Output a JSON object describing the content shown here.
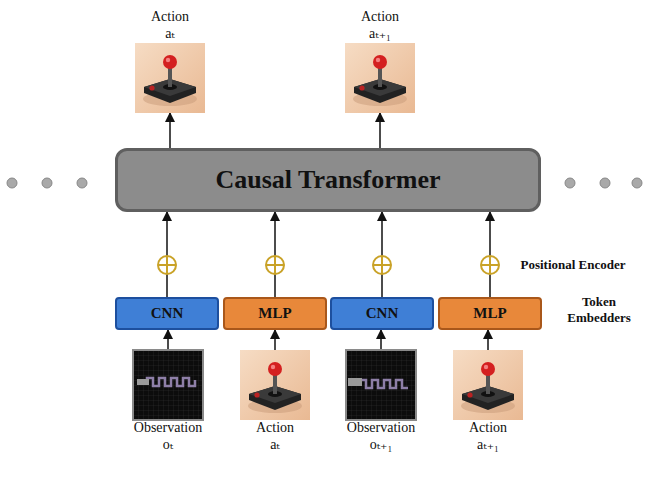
{
  "diagram": {
    "nodes": [
      {
        "text": [
          "Causal Transformer"
        ]
      },
      {
        "text": [
          "CNN"
        ]
      },
      {
        "text": [
          "MLP"
        ]
      },
      {
        "text": [
          "CNN"
        ]
      },
      {
        "text": [
          "MLP"
        ]
      },
      {
        "text": [
          "Observation oₜ"
        ]
      },
      {
        "text": [
          "Action aₜ"
        ]
      },
      {
        "text": [
          "Observation oₜ₊₁"
        ]
      },
      {
        "text": [
          "Action aₜ₊₁"
        ]
      },
      {
        "text": [
          "Action aₜ"
        ]
      },
      {
        "text": [
          "Action aₜ₊₁"
        ]
      }
    ],
    "edges": [
      {
        "from": 5,
        "to": 1,
        "arrow": "to"
      },
      {
        "from": 6,
        "to": 2,
        "arrow": "to"
      },
      {
        "from": 7,
        "to": 3,
        "arrow": "to"
      },
      {
        "from": 8,
        "to": 4,
        "arrow": "to"
      },
      {
        "from": 1,
        "to": 0,
        "arrow": "to"
      },
      {
        "from": 2,
        "to": 0,
        "arrow": "to"
      },
      {
        "from": 3,
        "to": 0,
        "arrow": "to"
      },
      {
        "from": 4,
        "to": 0,
        "arrow": "to"
      },
      {
        "from": 0,
        "to": 9,
        "arrow": "to"
      },
      {
        "from": 0,
        "to": 10,
        "arrow": "to"
      }
    ],
    "labels": [
      "Positional Encoder",
      "Token Embedders"
    ]
  }
}
